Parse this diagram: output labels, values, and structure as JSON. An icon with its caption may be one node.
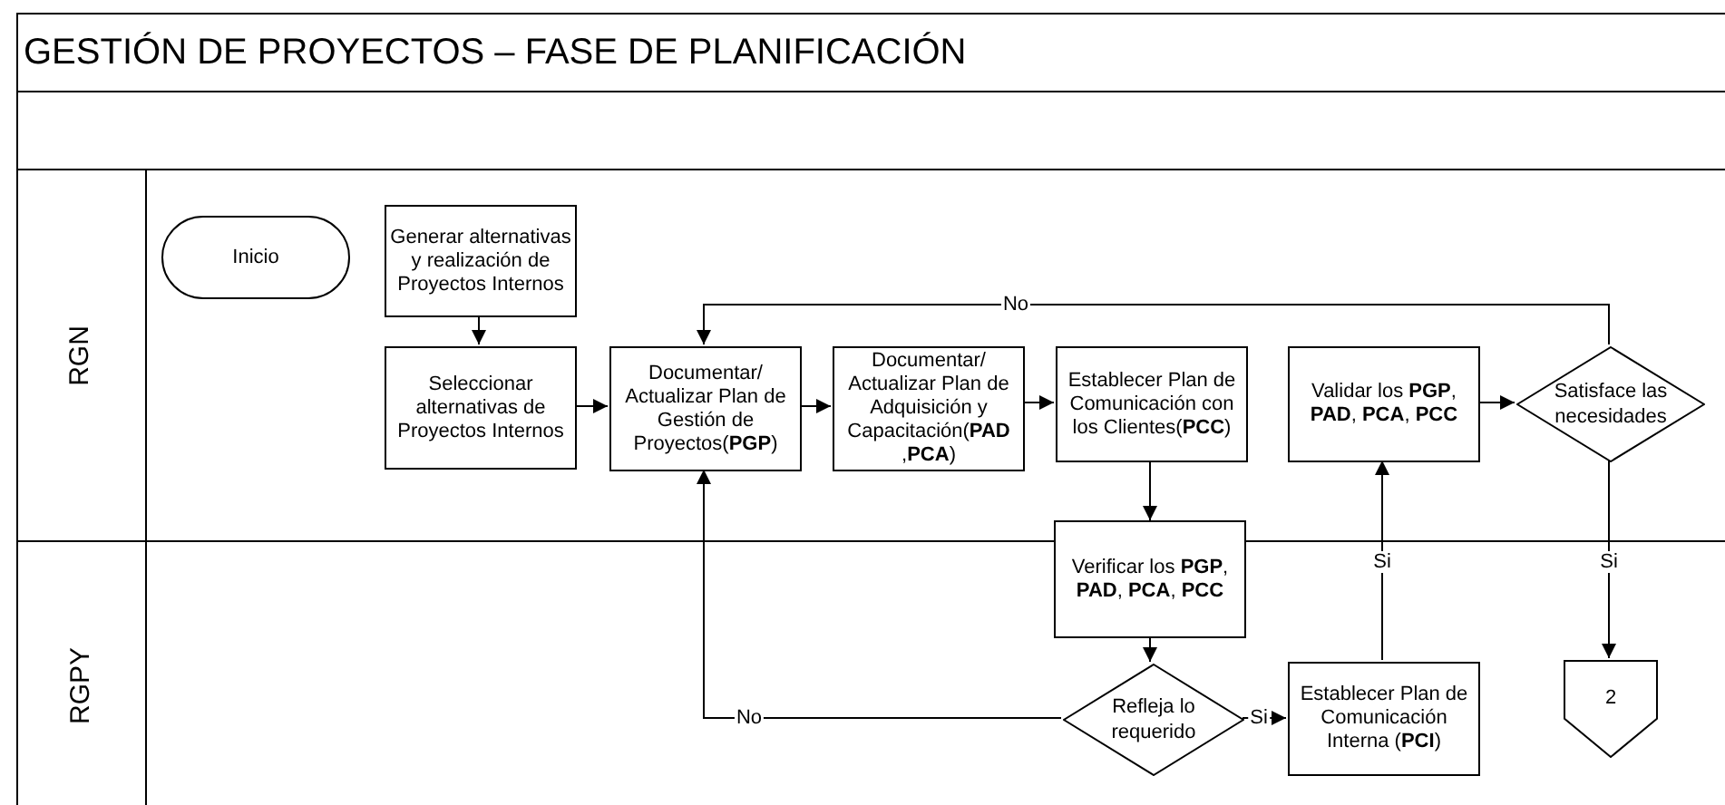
{
  "diagram": {
    "title": "GESTIÓN DE PROYECTOS – FASE DE PLANIFICACIÓN",
    "nodes": [
      {
        "text": [
          "RGN"
        ]
      },
      {
        "text": [
          "RGPY"
        ]
      },
      {
        "text": [
          "Inicio"
        ],
        "in": 0
      },
      {
        "text": [
          "Generar alternativas y realización de Proyectos Internos"
        ],
        "in": 0
      },
      {
        "text": [
          "Seleccionar alternativas de Proyectos Internos"
        ],
        "in": 0
      },
      {
        "text": [
          "Documentar/ Actualizar Plan de Gestión de Proyectos(**PGP**)"
        ],
        "in": 0
      },
      {
        "text": [
          "Documentar/ Actualizar Plan de Adquisición y Capacitación(**PAD** ,**PCA**)"
        ],
        "in": 0
      },
      {
        "text": [
          "Establecer Plan de Comunicación con los Clientes(**PCC**)"
        ],
        "in": 0
      },
      {
        "text": [
          "Validar los **PGP**, **PAD**, **PCA**, **PCC**"
        ],
        "in": 0
      },
      {
        "text": [
          "Satisface las necesidades"
        ],
        "in": 0
      },
      {
        "text": [
          "Verificar los **PGP**, **PAD**, **PCA**, **PCC**"
        ]
      },
      {
        "text": [
          "Refleja lo requerido"
        ],
        "in": 1
      },
      {
        "text": [
          "Establecer Plan de Comunicación Interna (**PCI**)"
        ],
        "in": 1
      },
      {
        "text": [
          "2"
        ],
        "in": 1
      }
    ],
    "edges": [
      {
        "from": 3,
        "to": 4,
        "arrow": "to"
      },
      {
        "from": 4,
        "to": 5,
        "arrow": "to"
      },
      {
        "from": 5,
        "to": 6,
        "arrow": "to"
      },
      {
        "from": 6,
        "to": 7,
        "arrow": "to"
      },
      {
        "from": 7,
        "to": 10,
        "arrow": "to"
      },
      {
        "from": 10,
        "to": 11,
        "arrow": "to"
      },
      {
        "from": 11,
        "to": 5,
        "arrow": "to",
        "label": "No"
      },
      {
        "from": 11,
        "to": 12,
        "arrow": "to",
        "label": "Si"
      },
      {
        "from": 12,
        "to": 8,
        "arrow": "to",
        "label": "Si"
      },
      {
        "from": 8,
        "to": 9,
        "arrow": "to"
      },
      {
        "from": 9,
        "to": 5,
        "arrow": "to",
        "label": "No"
      },
      {
        "from": 9,
        "to": 13,
        "arrow": "to",
        "label": "Si"
      }
    ]
  }
}
